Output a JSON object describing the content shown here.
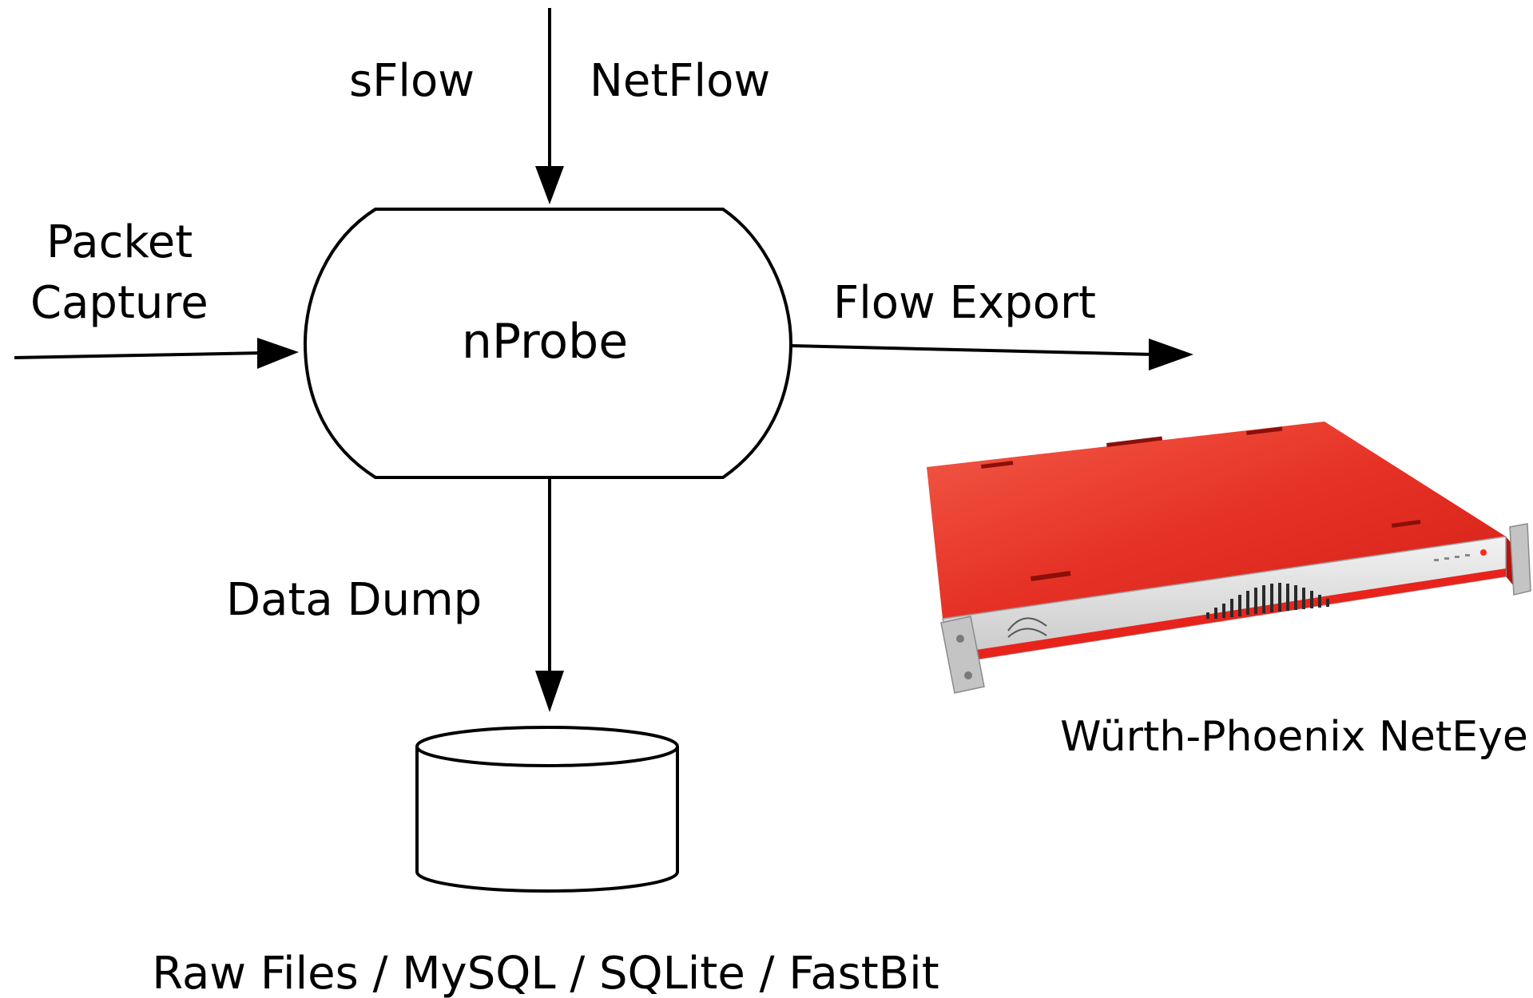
{
  "labels": {
    "sflow": "sFlow",
    "netflow": "NetFlow",
    "packet_capture_line1": "Packet",
    "packet_capture_line2": "Capture",
    "nprobe": "nProbe",
    "flow_export": "Flow Export",
    "data_dump": "Data Dump",
    "storage": "Raw Files / MySQL / SQLite / FastBit",
    "appliance": "Würth-Phoenix NetEye"
  },
  "colors": {
    "line": "#000000",
    "appliance_body": "#e8231c",
    "appliance_top": "#f04a3a",
    "appliance_front": "#d9d9d9",
    "appliance_bracket": "#bdbdbd"
  },
  "icons": {
    "database": "cylinder",
    "appliance": "rack-server"
  }
}
